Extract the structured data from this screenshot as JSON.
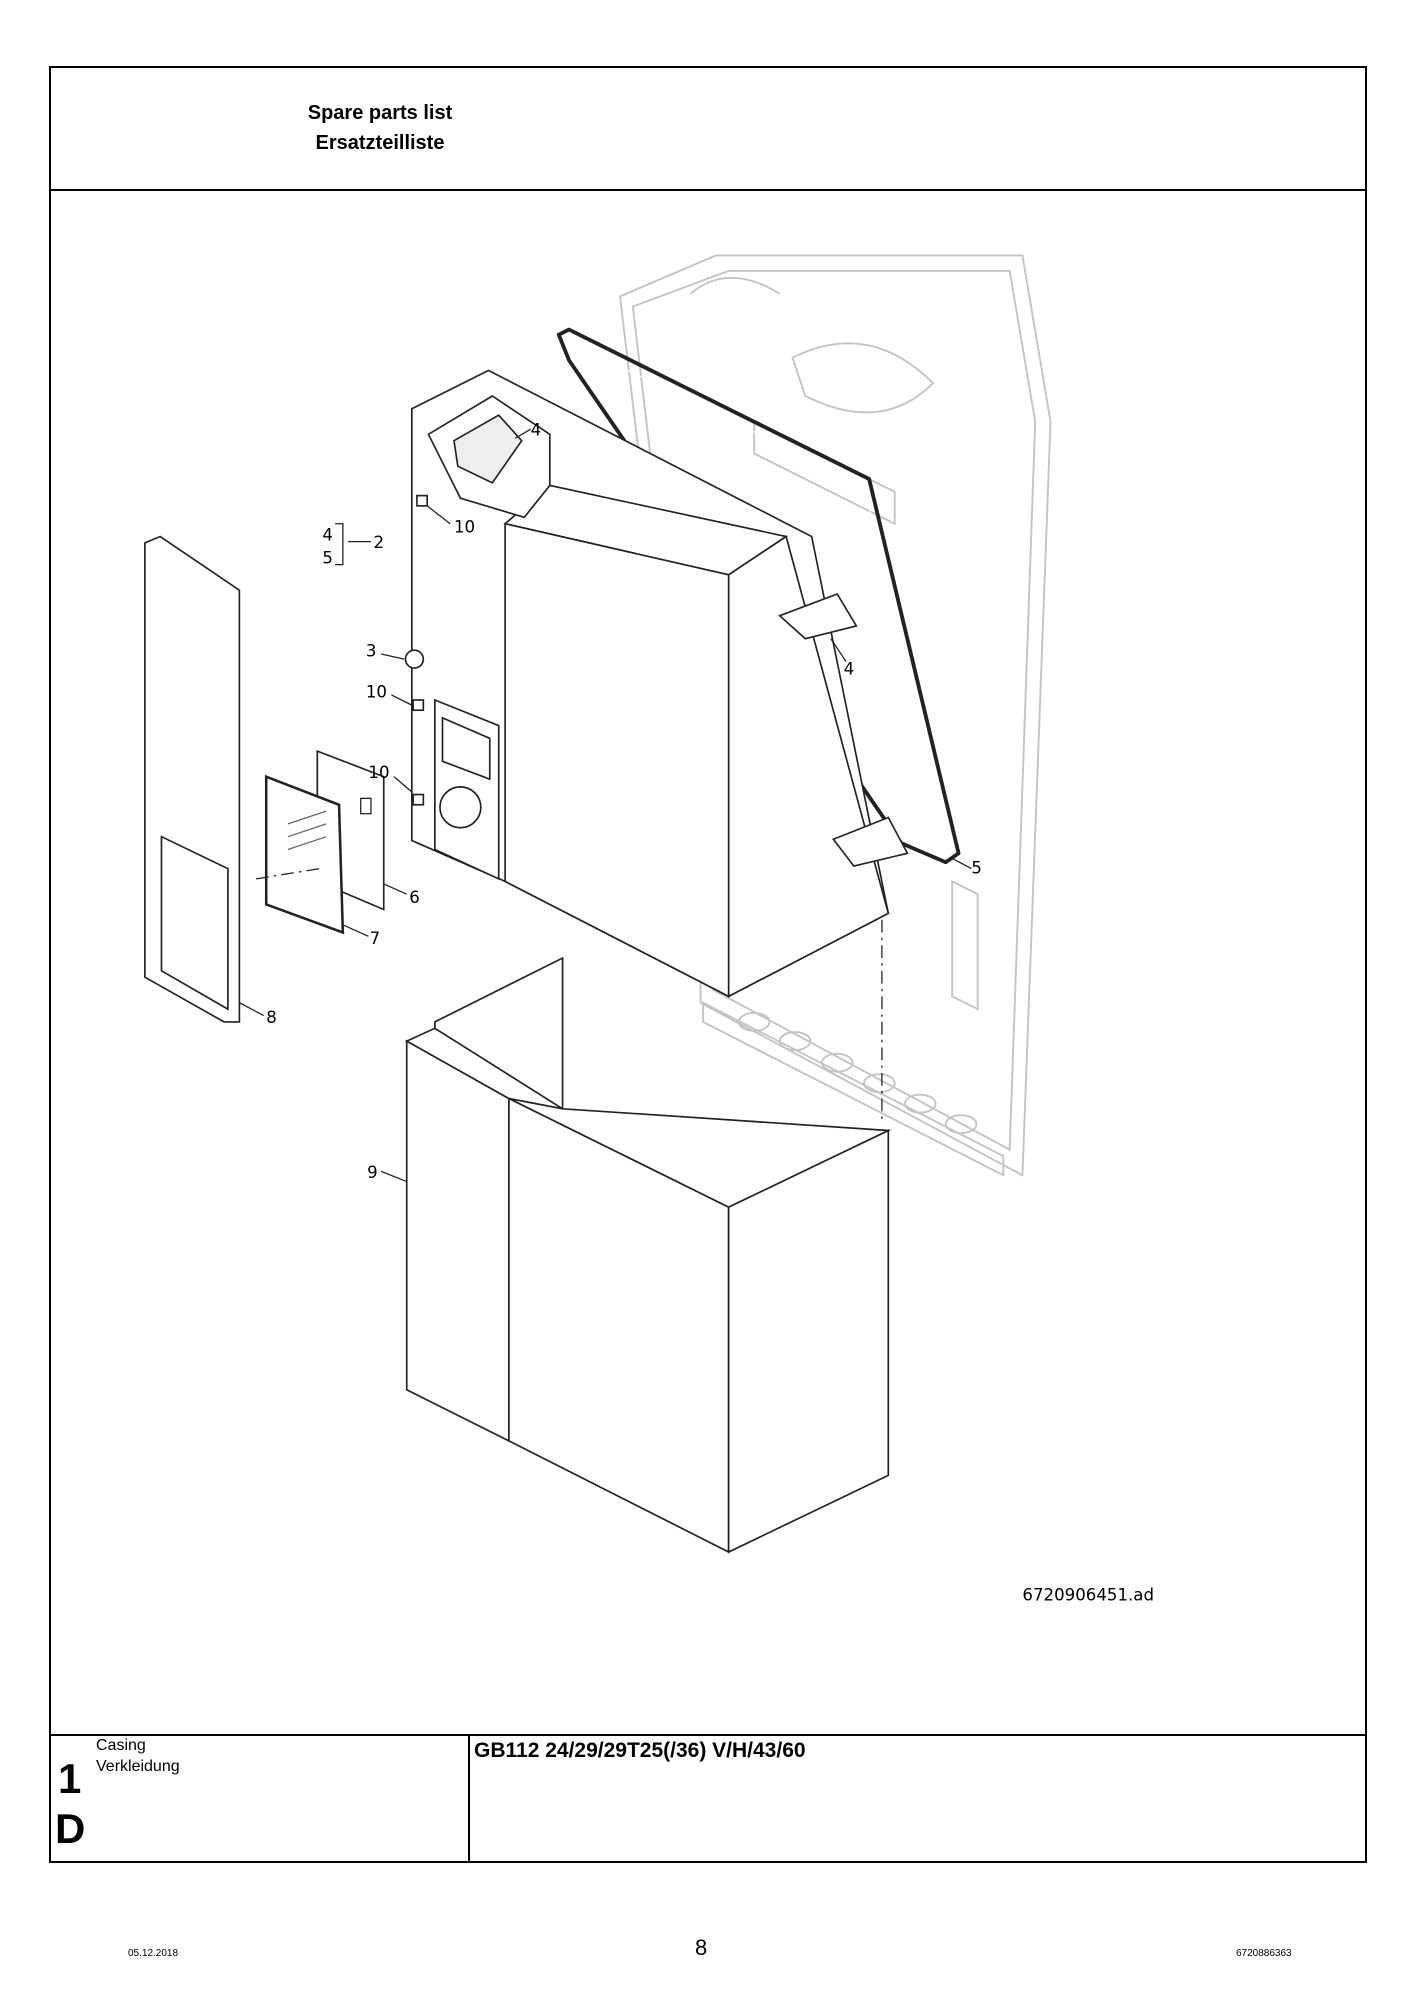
{
  "header": {
    "title_en": "Spare parts list",
    "title_de": "Ersatzteilliste"
  },
  "diagram": {
    "drawing_number": "6720906451.ad",
    "callouts": [
      "4",
      "10",
      "4",
      "5",
      "2",
      "3",
      "10",
      "10",
      "6",
      "7",
      "8",
      "4",
      "5",
      "9"
    ]
  },
  "footer_table": {
    "group_number": "1",
    "language_code": "D",
    "group_name_en": "Casing",
    "group_name_de": "Verkleidung",
    "model": "GB112 24/29/29T25(/36) V/H/43/60"
  },
  "page": {
    "date": "05.12.2018",
    "number": "8",
    "document_number": "6720886363"
  }
}
